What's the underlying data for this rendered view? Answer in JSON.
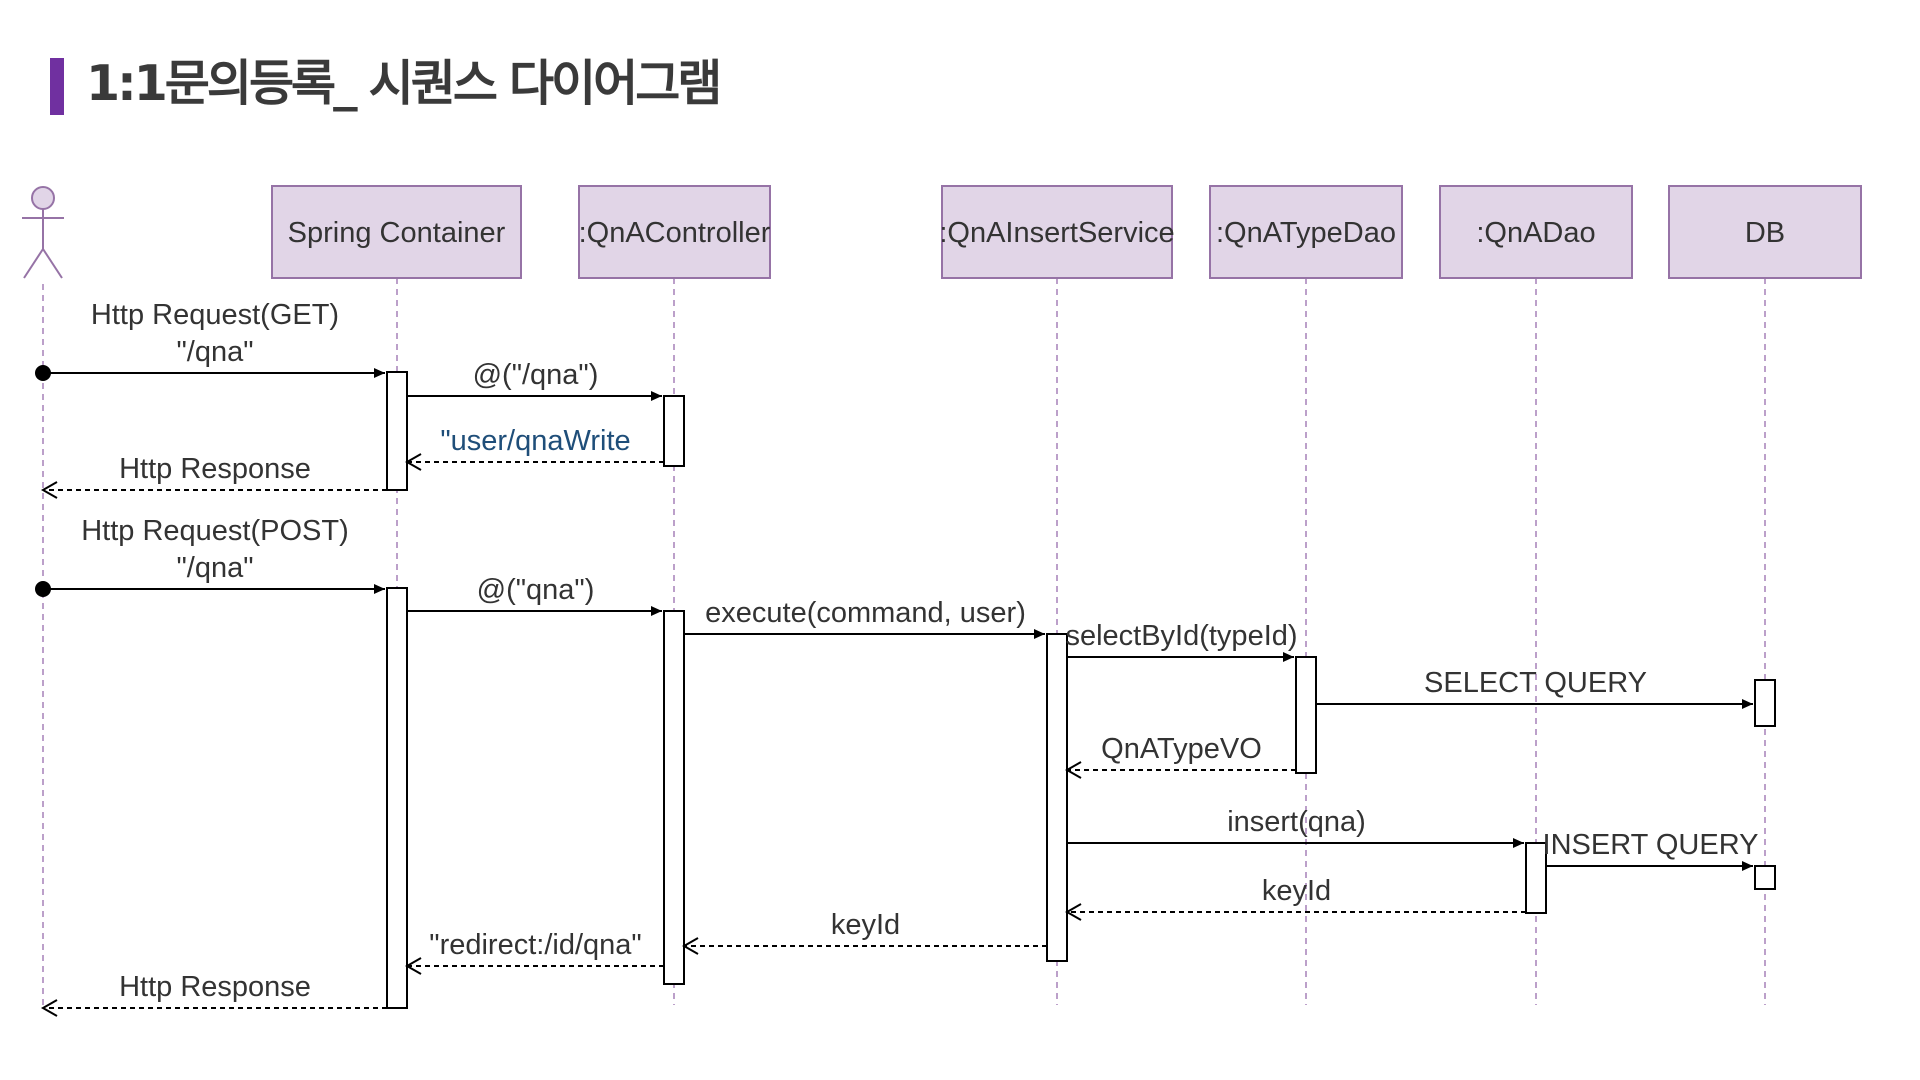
{
  "title": "1:1문의등록_ 시퀀스 다이어그램",
  "colors": {
    "accent": "#7030a0",
    "participant_fill": "#e1d5e7",
    "participant_stroke": "#9673a6",
    "lifeline": "#a680b8",
    "line": "#000000",
    "text": "#333333",
    "link_text": "#1f4e79"
  },
  "actor": {
    "icon": "stick-figure-actor-icon"
  },
  "participants": [
    {
      "id": "spring",
      "label": "Spring Container"
    },
    {
      "id": "controller",
      "label": ":QnAController"
    },
    {
      "id": "service",
      "label": ":QnAInsertService"
    },
    {
      "id": "typedao",
      "label": ":QnATypeDao"
    },
    {
      "id": "qnadao",
      "label": ":QnADao"
    },
    {
      "id": "db",
      "label": "DB"
    }
  ],
  "messages": [
    {
      "from": "actor",
      "to": "spring",
      "kind": "found",
      "label": [
        "Http Request(GET)",
        "\"/qna\""
      ]
    },
    {
      "from": "spring",
      "to": "controller",
      "kind": "sync",
      "label": [
        "@(\"/qna\")"
      ]
    },
    {
      "from": "controller",
      "to": "spring",
      "kind": "return",
      "label": [
        "\"user/qnaWrite"
      ],
      "highlight": true
    },
    {
      "from": "spring",
      "to": "actor",
      "kind": "return",
      "label": [
        "Http Response"
      ]
    },
    {
      "from": "actor",
      "to": "spring",
      "kind": "found",
      "label": [
        "Http Request(POST)",
        "\"/qna\""
      ]
    },
    {
      "from": "spring",
      "to": "controller",
      "kind": "sync",
      "label": [
        "@(\"qna\")"
      ]
    },
    {
      "from": "controller",
      "to": "service",
      "kind": "sync",
      "label": [
        "execute(command, user)"
      ]
    },
    {
      "from": "service",
      "to": "typedao",
      "kind": "sync",
      "label": [
        "selectById(typeId)"
      ]
    },
    {
      "from": "typedao",
      "to": "db",
      "kind": "sync",
      "label": [
        "SELECT QUERY"
      ]
    },
    {
      "from": "typedao",
      "to": "service",
      "kind": "return",
      "label": [
        "QnATypeVO"
      ]
    },
    {
      "from": "service",
      "to": "qnadao",
      "kind": "sync",
      "label": [
        "insert(qna)"
      ]
    },
    {
      "from": "qnadao",
      "to": "db",
      "kind": "sync",
      "label": [
        "INSERT QUERY"
      ]
    },
    {
      "from": "qnadao",
      "to": "service",
      "kind": "return",
      "label": [
        "keyId"
      ]
    },
    {
      "from": "service",
      "to": "controller",
      "kind": "return",
      "label": [
        "keyId"
      ]
    },
    {
      "from": "controller",
      "to": "spring",
      "kind": "return",
      "label": [
        "\"redirect:/id/qna\""
      ]
    },
    {
      "from": "spring",
      "to": "actor",
      "kind": "return",
      "label": [
        "Http Response"
      ]
    }
  ]
}
